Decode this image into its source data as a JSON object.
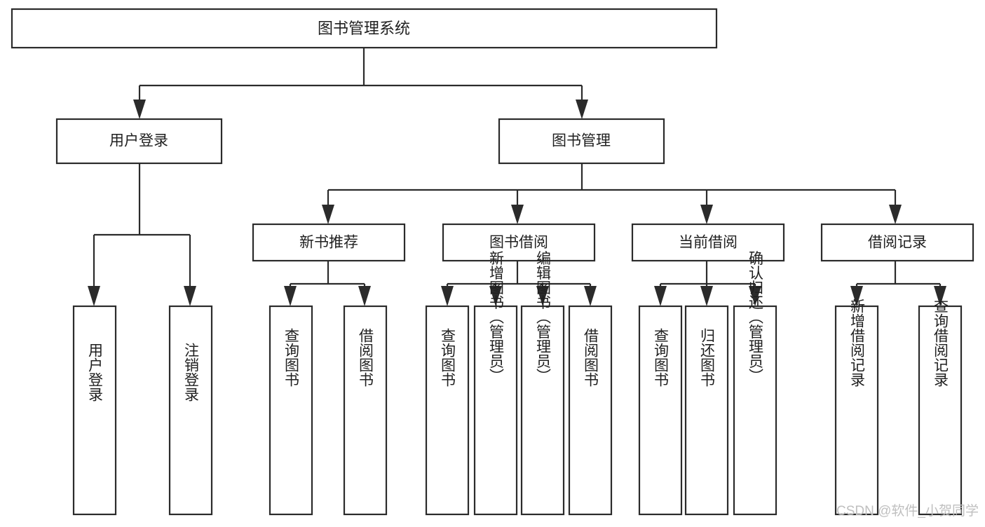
{
  "diagram": {
    "type": "hierarchy-tree",
    "orientation": "top-down",
    "root": {
      "label": "图书管理系统",
      "id": "book-management-system"
    },
    "level2": [
      {
        "id": "user-login",
        "label": "用户登录"
      },
      {
        "id": "book-management",
        "label": "图书管理"
      }
    ],
    "level3": [
      {
        "id": "new-book-recommend",
        "label": "新书推荐",
        "parent": "book-management"
      },
      {
        "id": "book-borrow",
        "label": "图书借阅",
        "parent": "book-management"
      },
      {
        "id": "current-borrow",
        "label": "当前借阅",
        "parent": "book-management"
      },
      {
        "id": "borrow-record",
        "label": "借阅记录",
        "parent": "book-management"
      }
    ],
    "leaves": {
      "user_login": [
        {
          "id": "leaf-user-login",
          "label": "用户登录"
        },
        {
          "id": "leaf-user-logout",
          "label": "注销登录"
        }
      ],
      "new_book_recommend": [
        {
          "id": "leaf-query-book-1",
          "label": "查询图书"
        },
        {
          "id": "leaf-borrow-book-1",
          "label": "借阅图书"
        }
      ],
      "book_borrow": [
        {
          "id": "leaf-query-book-2",
          "label": "查询图书"
        },
        {
          "id": "leaf-add-book",
          "label": "新增图书（管理员）"
        },
        {
          "id": "leaf-edit-book",
          "label": "编辑图书（管理员）"
        },
        {
          "id": "leaf-borrow-book-2",
          "label": "借阅图书"
        }
      ],
      "current_borrow": [
        {
          "id": "leaf-query-book-3",
          "label": "查询图书"
        },
        {
          "id": "leaf-return-book",
          "label": "归还图书"
        },
        {
          "id": "leaf-confirm-return",
          "label": "确认归还（管理员）"
        }
      ],
      "borrow_record": [
        {
          "id": "leaf-add-borrow-record",
          "label": "新增借阅记录"
        },
        {
          "id": "leaf-query-borrow-record",
          "label": "查询借阅记录"
        }
      ]
    }
  },
  "watermark": {
    "text": "CSDN @软件_小贺同学"
  },
  "colors": {
    "background": "#ffffff",
    "box_fill": "#ffffff",
    "box_stroke": "#2b2b2b",
    "text": "#1f1f1f",
    "watermark": "#bfbfbf"
  }
}
